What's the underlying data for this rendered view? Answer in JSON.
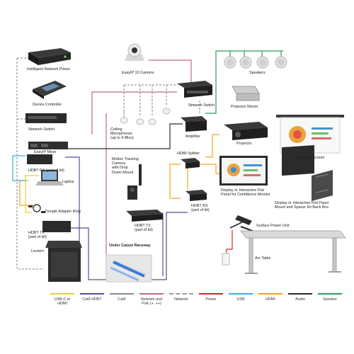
{
  "labels": {
    "intelligent_network_power": "Intelligent Network Power",
    "device_controller": "Device Controller",
    "network_switch_left": "Network Switch",
    "easyip_mixer": "EasyIP Mixer",
    "hdbt_rx_top": "HDBT RX (part of kit)",
    "laptop": "Laptop",
    "dongle_adapter_ring": "Dongle Adapter Ring",
    "hdbt_tx_left": "HDBT TX\n(part of kit)",
    "lectern": "Lectern",
    "easyip_camera": "EasyIP 10 Camera",
    "ceiling_microphones": "Ceiling\nMicrophones\n(up to 4 Mics)",
    "motion_tracking_camera": "Motion Tracking\nCamera\nwith Drop\nDown Mount",
    "hdbt_tx_center": "HDBT TX\n(part of kit)",
    "under_carpet_raceway": "Under Carpet Raceway",
    "network_switch_right": "Network Switch",
    "amplifier": "Amplifier",
    "hdmi_splitter": "HDMI Splitter",
    "hdbt_rx_center": "HDBT RX\n(part of kit)",
    "speakers": "Speakers",
    "projector_mount": "Projector Mount",
    "projector": "Projector",
    "projection_screen": "Projection Screen",
    "display_confidence": "Display or Interactive Flat\nPanel for Confidence Monitor",
    "display_mount": "Display or Interactive Flat Panel\nMount and Spacer Kit Back Box",
    "surface_power_unit": "Surface Power Unit",
    "arc_table": "Arc Table"
  },
  "legend": [
    {
      "label": "USB-C to\nHDMI",
      "color": "#e6d23a"
    },
    {
      "label": "Cat6 HDBT",
      "color": "#5b4aa0"
    },
    {
      "label": "Cat6",
      "color": "#8a8a8a"
    },
    {
      "label": "Network and\nPoE (+, ++)",
      "color": "#c06a86"
    },
    {
      "label": "Network",
      "color": "#9a9a9a"
    },
    {
      "label": "Power",
      "color": "#d9242b"
    },
    {
      "label": "USB",
      "color": "#3aaee0"
    },
    {
      "label": "HDMI",
      "color": "#f3a31b"
    },
    {
      "label": "Audio",
      "color": "#2b2b2b"
    },
    {
      "label": "Speaker",
      "color": "#2e9a5a"
    }
  ]
}
